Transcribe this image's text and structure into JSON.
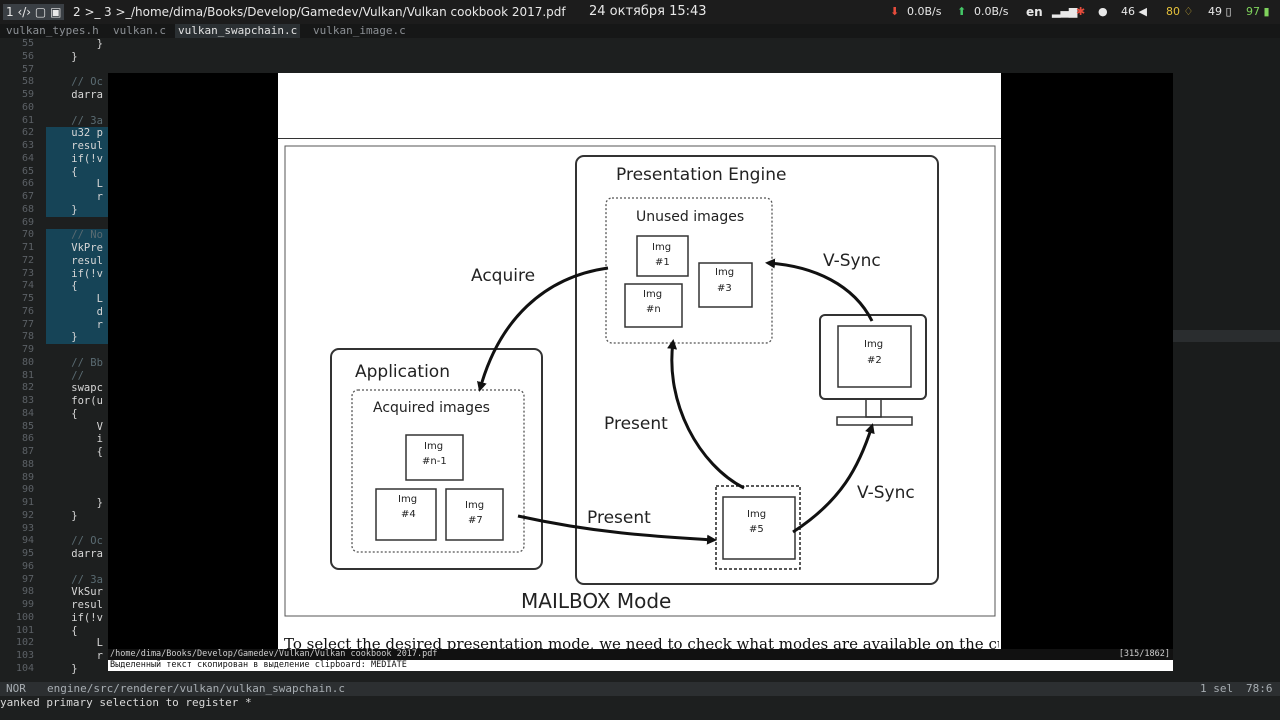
{
  "topbar": {
    "workspaces": [
      "1",
      "2",
      "3"
    ],
    "window_title": "/home/dima/Books/Develop/Gamedev/Vulkan/Vulkan cookbook 2017.pdf",
    "clock": "24 октября 15:43",
    "net_down": "0.0B/s",
    "net_up": "0.0B/s",
    "lang": "en",
    "volume": "46",
    "brightness": "80",
    "temperature": "49",
    "battery": "97",
    "colors": {
      "red": "#e74c3c",
      "green": "#44c767",
      "yellow": "#e5c13b",
      "lime": "#7fd35c"
    }
  },
  "tabs": [
    {
      "label": "vulkan_types.h"
    },
    {
      "label": "vulkan.c"
    },
    {
      "label": "vulkan_swapchain.c"
    },
    {
      "label": "vulkan_image.c"
    }
  ],
  "editor": {
    "lines": [
      {
        "n": "55",
        "t": "        }"
      },
      {
        "n": "56",
        "t": "    }"
      },
      {
        "n": "57",
        "t": ""
      },
      {
        "n": "58",
        "t": "    // Oc"
      },
      {
        "n": "59",
        "t": "    darra"
      },
      {
        "n": "60",
        "t": ""
      },
      {
        "n": "61",
        "t": "    // 3a"
      },
      {
        "n": "62",
        "t": "    u32 p"
      },
      {
        "n": "63",
        "t": "    resul"
      },
      {
        "n": "64",
        "t": "    if(!v"
      },
      {
        "n": "65",
        "t": "    {"
      },
      {
        "n": "66",
        "t": "        L"
      },
      {
        "n": "67",
        "t": "        r"
      },
      {
        "n": "68",
        "t": "    }"
      },
      {
        "n": "69",
        "t": ""
      },
      {
        "n": "70",
        "t": "    // No"
      },
      {
        "n": "71",
        "t": "    VkPre"
      },
      {
        "n": "72",
        "t": "    resul"
      },
      {
        "n": "73",
        "t": "    if(!v"
      },
      {
        "n": "74",
        "t": "    {"
      },
      {
        "n": "75",
        "t": "        L"
      },
      {
        "n": "76",
        "t": "        d"
      },
      {
        "n": "77",
        "t": "        r"
      },
      {
        "n": "78",
        "t": "    }"
      },
      {
        "n": "79",
        "t": ""
      },
      {
        "n": "80",
        "t": "    // Bb"
      },
      {
        "n": "81",
        "t": "    // "
      },
      {
        "n": "82",
        "t": "    swapc"
      },
      {
        "n": "83",
        "t": "    for(u"
      },
      {
        "n": "84",
        "t": "    {"
      },
      {
        "n": "85",
        "t": "        V"
      },
      {
        "n": "86",
        "t": "        i"
      },
      {
        "n": "87",
        "t": "        {"
      },
      {
        "n": "88",
        "t": ""
      },
      {
        "n": "89",
        "t": ""
      },
      {
        "n": "90",
        "t": ""
      },
      {
        "n": "91",
        "t": "        }"
      },
      {
        "n": "92",
        "t": "    }"
      },
      {
        "n": "93",
        "t": ""
      },
      {
        "n": "94",
        "t": "    // Oc"
      },
      {
        "n": "95",
        "t": "    darra"
      },
      {
        "n": "96",
        "t": ""
      },
      {
        "n": "97",
        "t": "    // 3a"
      },
      {
        "n": "98",
        "t": "    VkSur"
      },
      {
        "n": "99",
        "t": "    resul"
      },
      {
        "n": "100",
        "t": "    if(!v"
      },
      {
        "n": "101",
        "t": "    {"
      },
      {
        "n": "102",
        "t": "        L"
      },
      {
        "n": "103",
        "t": "        r"
      },
      {
        "n": "104",
        "t": "    }"
      }
    ]
  },
  "viewer": {
    "page_text": "To select the desired presentation mode, we need to check what modes are available on the current",
    "file_path": "/home/dima/Books/Develop/Gamedev/Vulkan/Vulkan cookbook 2017.pdf",
    "page_counter": "[315/1862]",
    "message": "Выделенный текст скопирован в выделение clipboard: MEDIATE",
    "diagram": {
      "presentation_engine": "Presentation Engine",
      "unused_images": "Unused images",
      "application": "Application",
      "acquired_images": "Acquired images",
      "acquire": "Acquire",
      "vsync_top": "V-Sync",
      "vsync_bottom": "V-Sync",
      "present_left": "Present",
      "present_bottom": "Present",
      "mode": "MAILBOX Mode",
      "img": "Img",
      "img1": "#1",
      "img3": "#3",
      "imgn": "#n",
      "img2": "#2",
      "imgn1": "#n-1",
      "img4": "#4",
      "img7": "#7",
      "img5": "#5"
    }
  },
  "statusline": {
    "mode": "NOR",
    "path": "engine/src/renderer/vulkan/vulkan_swapchain.c",
    "selection": "1 sel",
    "position": "78:6"
  },
  "cmdline": "yanked primary selection to register *"
}
